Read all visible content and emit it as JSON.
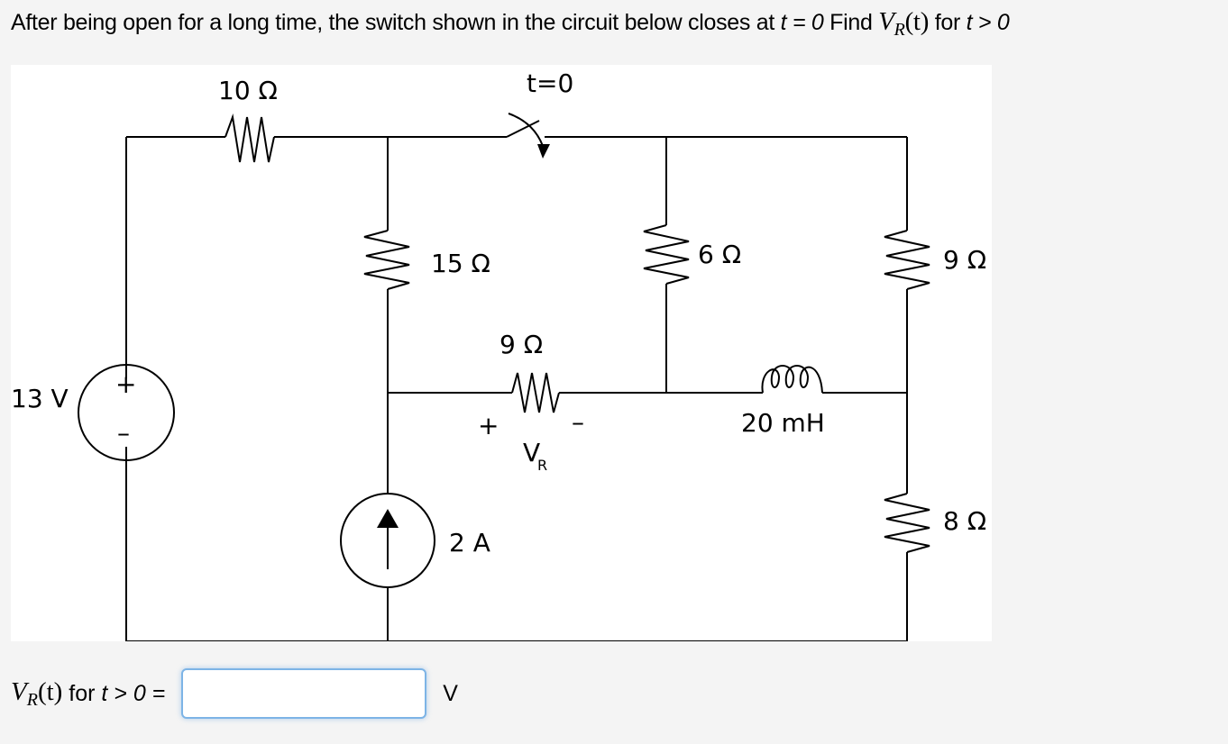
{
  "question": {
    "prefix": "After being open for a long time, the switch shown in the circuit below closes at ",
    "t_var": "t",
    "eq_zero": " = 0",
    "find": " Find ",
    "vr_symbol": "V",
    "vr_sub": "R",
    "vr_arg": "(t)",
    "for_text": " for ",
    "condition": "t > 0"
  },
  "circuit": {
    "voltage_source": {
      "label": "13 V",
      "plus": "+",
      "minus": "–"
    },
    "resistor_top": {
      "label": "10 Ω"
    },
    "switch": {
      "label": "t=0",
      "action": "closes"
    },
    "resistor_15": {
      "label": "15 Ω"
    },
    "resistor_vr": {
      "label": "9 Ω",
      "plus": "+",
      "minus": "–",
      "voltage_label": "V",
      "voltage_sub": "R"
    },
    "current_source": {
      "label": "2 A",
      "direction": "up"
    },
    "resistor_6": {
      "label": "6 Ω"
    },
    "resistor_9_right": {
      "label": "9 Ω"
    },
    "inductor": {
      "label": "20 mH"
    },
    "resistor_8": {
      "label": "8 Ω"
    }
  },
  "answer": {
    "label_symbol": "V",
    "label_sub": "R",
    "label_arg": "(t)",
    "label_for": " for ",
    "label_condition": "t > 0 =",
    "input_value": "",
    "input_placeholder": "",
    "unit": "V"
  }
}
